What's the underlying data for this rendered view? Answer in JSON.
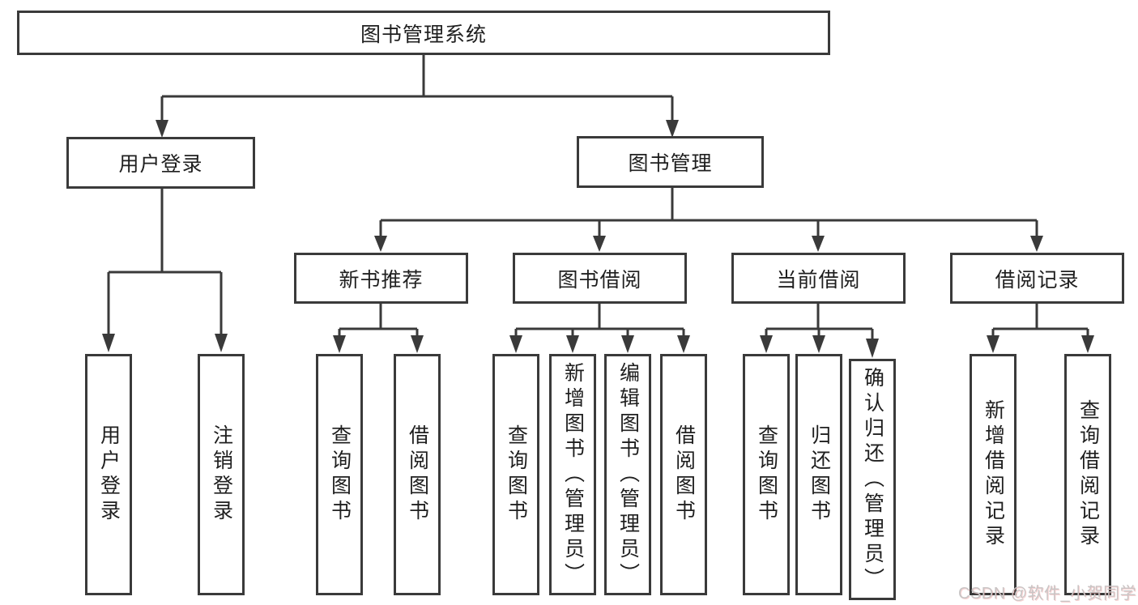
{
  "colors": {
    "line": "#3a3a3a",
    "text": "#1f1f1f",
    "box_background": "#ffffff",
    "watermark": "#c9c5c5"
  },
  "diagram": {
    "root": {
      "label": "图书管理系统"
    },
    "level2": [
      {
        "label": "用户登录"
      },
      {
        "label": "图书管理"
      }
    ],
    "level3": [
      {
        "label": "新书推荐"
      },
      {
        "label": "图书借阅"
      },
      {
        "label": "当前借阅"
      },
      {
        "label": "借阅记录"
      }
    ],
    "leaves": {
      "user_login": [
        "用户登录",
        "注销登录"
      ],
      "new_book_recommend": [
        "查询图书",
        "借阅图书"
      ],
      "book_borrowing": [
        "查询图书",
        "新增图书（管理员）",
        "编辑图书（管理员）",
        "借阅图书"
      ],
      "current_borrowing": [
        "查询图书",
        "归还图书",
        "确认归还（管理员）"
      ],
      "borrowing_records": [
        "新增借阅记录",
        "查询借阅记录"
      ]
    }
  },
  "watermark": "CSDN @软件_小贺同学"
}
